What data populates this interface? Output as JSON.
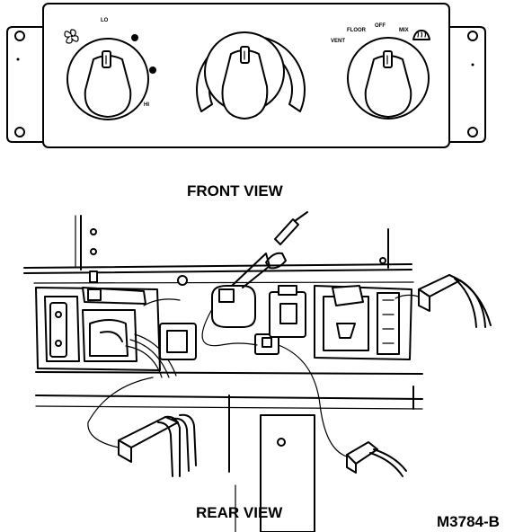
{
  "views": {
    "front_label": "FRONT VIEW",
    "rear_label": "REAR VIEW"
  },
  "figure_id": "M3784-B",
  "knobs": {
    "left": {
      "icon": "fan-icon",
      "labels": [
        "LO",
        "HI"
      ]
    },
    "center": {
      "icon": "temperature-arc"
    },
    "right": {
      "icon": "defrost-icon",
      "labels": [
        "FLOOR",
        "OFF",
        "MIX",
        "VENT"
      ]
    }
  }
}
